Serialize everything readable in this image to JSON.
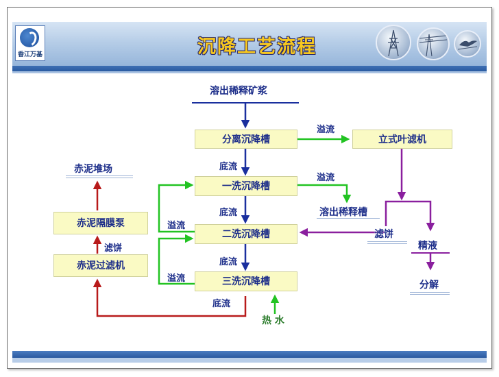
{
  "slide": {
    "title": "沉降工艺流程",
    "logo_text": "香江万基"
  },
  "diagram": {
    "nodes": {
      "feed": "溶出稀释矿浆",
      "separation": "分离沉降槽",
      "wash1": "一洗沉降槽",
      "wash2": "二洗沉降槽",
      "wash3": "三洗沉降槽",
      "leaf_filter": "立式叶滤机",
      "dilution_tank": "溶出稀释槽",
      "filter_cake_right": "滤饼",
      "refined_liquor": "精液",
      "decomposition": "分解",
      "red_mud_yard": "赤泥堆场",
      "diaphragm_pump": "赤泥隔膜泵",
      "red_mud_filter": "赤泥过滤机",
      "hot_water": "热 水"
    },
    "edge_labels": {
      "overflow_1": "溢流",
      "overflow_2": "溢流",
      "overflow_3": "溢流",
      "overflow_4": "溢流",
      "underflow_1": "底流",
      "underflow_2": "底流",
      "underflow_3": "底流",
      "underflow_4": "底流",
      "filter_cake_left": "滤饼"
    },
    "colors": {
      "underflow": "#1a2f9e",
      "overflow": "#22c322",
      "red_mud": "#b81a1a",
      "filtrate": "#8a1f9e"
    }
  }
}
